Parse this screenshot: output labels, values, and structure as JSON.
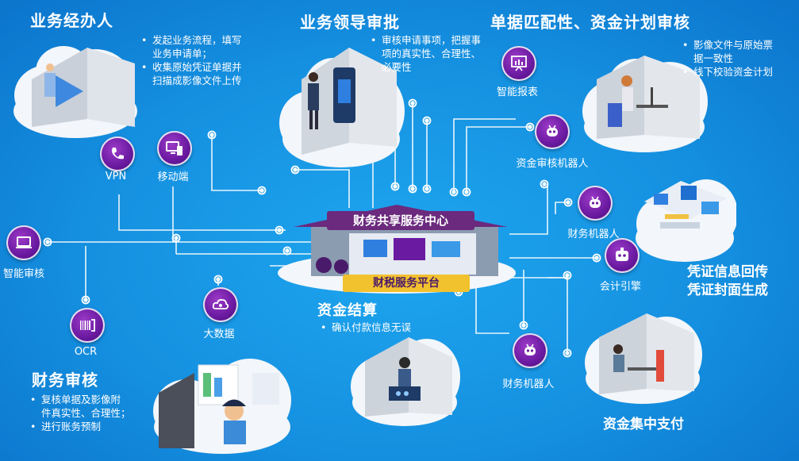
{
  "topics": {
    "handler": {
      "title": "业务经办人",
      "bullets": [
        [
          "发起业务流程，填写",
          "业务申请单；"
        ],
        [
          "收集原始凭证单据并",
          "扫描成影像文件上传"
        ]
      ]
    },
    "approval": {
      "title": "业务领导审批",
      "bullets": [
        [
          "审核申请事项，把握事",
          "项的真实性、合理性、",
          "必要性"
        ]
      ]
    },
    "matching": {
      "title": "单据匹配性、资金计划审核",
      "bullets": [
        [
          "影像文件与原始票",
          "据一致性"
        ],
        [
          "线下校验资金计划"
        ]
      ]
    },
    "settlement": {
      "title": "资金结算",
      "bullets": [
        [
          "确认付款信息无误"
        ]
      ]
    },
    "audit": {
      "title": "财务审核",
      "bullets": [
        [
          "复核单据及影像附",
          "件真实性、合理性；"
        ],
        [
          "进行账务预制"
        ]
      ]
    },
    "voucher": {
      "lines": [
        "凭证信息回传",
        "凭证封面生成"
      ]
    },
    "pooling": {
      "title": "资金集中支付"
    }
  },
  "center": {
    "top_label": "财务共享服务中心",
    "bottom_label": "财税服务平台"
  },
  "nodes": {
    "vpn": "VPN",
    "mobile": "移动端",
    "smart_audit": "智能审核",
    "ocr": "OCR",
    "big_data": "大数据",
    "smart_report": "智能报表",
    "fund_robot": "资金审核机器人",
    "fin_robot_right": "财务机器人",
    "accounting_engine": "会计引擎",
    "fin_robot_bottom": "财务机器人"
  },
  "colors": {
    "background": "#1590e0",
    "badge_purple": "#6a1aa0",
    "roof_purple": "#6b2a7d",
    "platform_gold": "#f2c12e",
    "connector_white": "#ffffff"
  }
}
